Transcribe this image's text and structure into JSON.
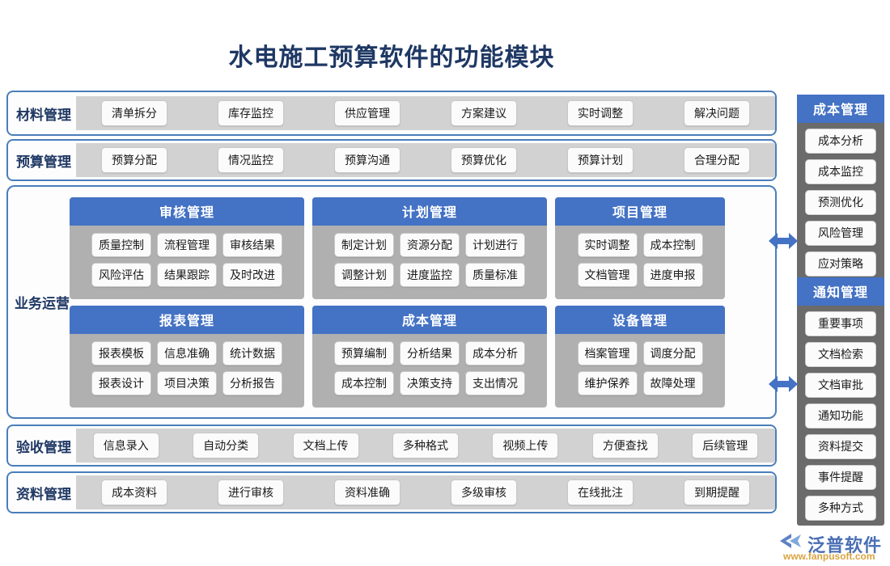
{
  "title": "水电施工预算软件的功能模块",
  "colors": {
    "accent_blue": "#4472c4",
    "border_blue": "#4a7ebb",
    "title_navy": "#1f3864",
    "strip_gray": "#d2d2d2",
    "card_gray": "#b0b0b0",
    "sidebar_gray": "#6b6b6b",
    "chip_white": "#fbfbfb",
    "logo_blue": "#4a6fb5",
    "logo_orange": "#d9a441"
  },
  "bands": [
    {
      "label": "材料管理",
      "chips": [
        "清单拆分",
        "库存监控",
        "供应管理",
        "方案建议",
        "实时调整",
        "解决问题"
      ]
    },
    {
      "label": "预算管理",
      "chips": [
        "预算分配",
        "情况监控",
        "预算沟通",
        "预算优化",
        "预算计划",
        "合理分配"
      ]
    },
    {
      "label": "验收管理",
      "chips": [
        "信息录入",
        "自动分类",
        "文档上传",
        "多种格式",
        "视频上传",
        "方便查找",
        "后续管理"
      ]
    },
    {
      "label": "资料管理",
      "chips": [
        "成本资料",
        "进行审核",
        "资料准确",
        "多级审核",
        "在线批注",
        "到期提醒"
      ]
    }
  ],
  "operations": {
    "label": "业务运营",
    "rows": [
      [
        {
          "header": "审核管理",
          "width": "w3",
          "lines": [
            [
              "质量控制",
              "流程管理",
              "审核结果"
            ],
            [
              "风险评估",
              "结果跟踪",
              "及时改进"
            ]
          ]
        },
        {
          "header": "计划管理",
          "width": "w3",
          "lines": [
            [
              "制定计划",
              "资源分配",
              "计划进行"
            ],
            [
              "调整计划",
              "进度监控",
              "质量标准"
            ]
          ]
        },
        {
          "header": "项目管理",
          "width": "w2",
          "lines": [
            [
              "实时调整",
              "成本控制"
            ],
            [
              "文档管理",
              "进度申报"
            ]
          ]
        }
      ],
      [
        {
          "header": "报表管理",
          "width": "w3",
          "lines": [
            [
              "报表模板",
              "信息准确",
              "统计数据"
            ],
            [
              "报表设计",
              "项目决策",
              "分析报告"
            ]
          ]
        },
        {
          "header": "成本管理",
          "width": "w3",
          "lines": [
            [
              "预算编制",
              "分析结果",
              "成本分析"
            ],
            [
              "成本控制",
              "决策支持",
              "支出情况"
            ]
          ]
        },
        {
          "header": "设备管理",
          "width": "w2",
          "lines": [
            [
              "档案管理",
              "调度分配"
            ],
            [
              "维护保养",
              "故障处理"
            ]
          ]
        }
      ]
    ]
  },
  "sidebar": {
    "panels": [
      {
        "header": "成本管理",
        "items": [
          "成本分析",
          "成本监控",
          "预测优化",
          "风险管理",
          "应对策略"
        ]
      },
      {
        "header": "通知管理",
        "items": [
          "重要事项",
          "文档检索",
          "文档审批",
          "通知功能",
          "资料提交",
          "事件提醒",
          "多种方式"
        ]
      }
    ]
  },
  "logo": {
    "name": "泛普软件",
    "url": "www.fanpusoft.com"
  }
}
